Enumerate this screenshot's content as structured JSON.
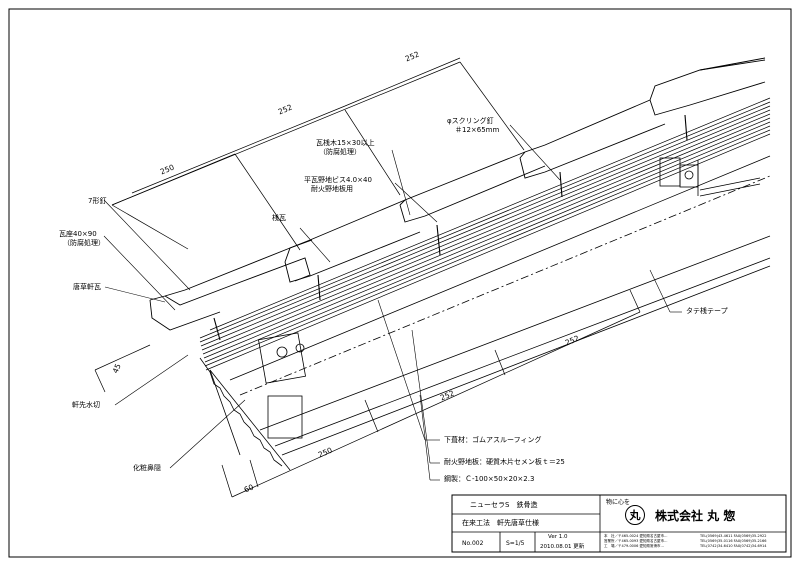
{
  "dimensions": {
    "top": [
      "250",
      "252",
      "252"
    ],
    "bottom": [
      "252",
      "252",
      "250",
      "60"
    ],
    "side": "45"
  },
  "labels": {
    "nail": "7形釘",
    "batten_seat_1": "瓦座40×90",
    "batten_seat_2": "（防腐処理）",
    "eave_tile": "唐草軒瓦",
    "eave_drip": "軒先水切",
    "fascia": "化粧鼻隠",
    "tile": "桟瓦",
    "batten_1": "瓦桟木15×30以上",
    "batten_2": "（防腐処理）",
    "screw_1": "平瓦野地ビス4.0×40",
    "screw_2": "耐火野地板用",
    "ring_nail_1": "φスクリング釘",
    "ring_nail_2": "＃12×65mm",
    "tape": "タテ桟テープ",
    "underlay": "下葺材：ゴムアスルーフィング",
    "deck": "耐火野地板：硬質木片セメン板ｔ＝25",
    "steel": "鋼製：Ｃ-100×50×20×2.3"
  },
  "title_block": {
    "product": "ニューセラS　鉄骨造",
    "method": "在来工法　軒先唐草仕様",
    "number": "No.002",
    "scale": "S=1/5",
    "version": "Ver 1.0",
    "date": "2010.08.01 更新",
    "tagline": "物に心を",
    "logo_char": "丸",
    "company": "株式会社 丸 惣",
    "addresses": [
      "本　社／〒465-0024 愛知県名古屋市…",
      "営業所／〒465-0093 愛知県名古屋市…",
      "工　場／〒479-0006 愛知県常滑市…"
    ],
    "phones": [
      "TEL(0569)43-4611 FAX(0569)35-2922",
      "TEL(0569)35-0116 FAX(0569)35-2166",
      "TEL(0742)34-6410 FAX(0742)34-6914"
    ]
  },
  "colors": {
    "line": "#000000",
    "paper": "#ffffff"
  }
}
